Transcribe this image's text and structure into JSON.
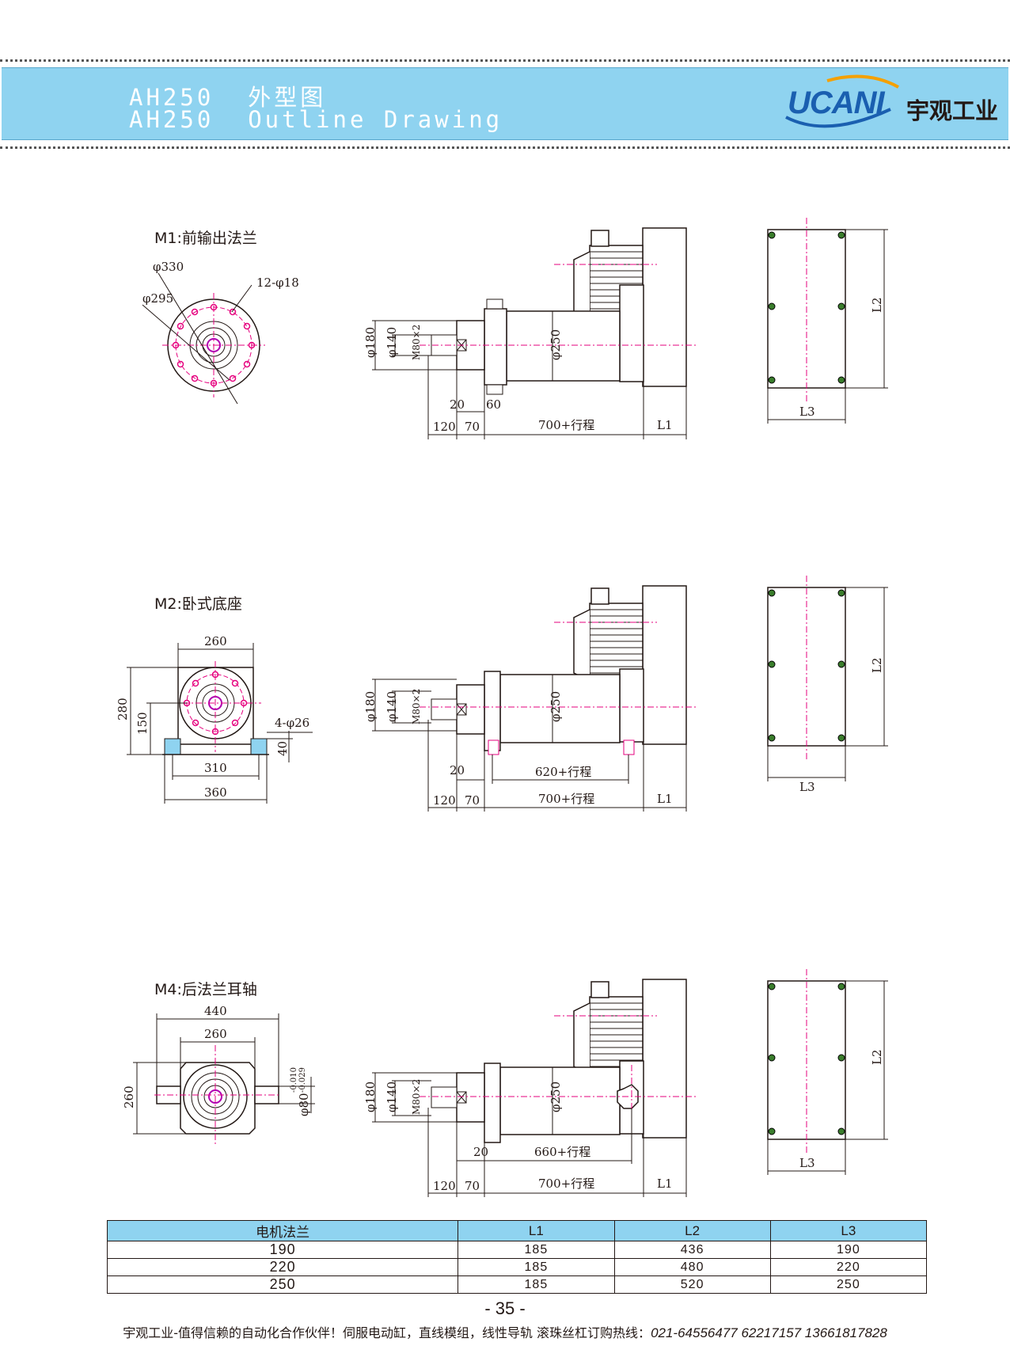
{
  "header": {
    "title_cn": "AH250  外型图",
    "title_en": "AH250  Outline Drawing",
    "logo_brand": "UCANI",
    "logo_cn": "宇观工业"
  },
  "sections": {
    "m1": {
      "label": "M1:前输出法兰",
      "dims": {
        "d330": "φ330",
        "d295": "φ295",
        "holes": "12-φ18",
        "d180": "φ180",
        "d140": "φ140",
        "thread": "M80×2",
        "d250": "φ250",
        "s20": "20",
        "s60": "60",
        "s120": "120",
        "s70": "70",
        "stroke": "700+行程",
        "l1": "L1",
        "l2": "L2",
        "l3": "L3"
      }
    },
    "m2": {
      "label": "M2:卧式底座",
      "dims": {
        "w260": "260",
        "h280": "280",
        "h150": "150",
        "holes": "4-φ26",
        "h40": "40",
        "w310": "310",
        "w360": "360",
        "d180": "φ180",
        "d140": "φ140",
        "thread": "M80×2",
        "d250": "φ250",
        "s20": "20",
        "stroke620": "620+行程",
        "s120": "120",
        "s70": "70",
        "stroke": "700+行程",
        "l1": "L1",
        "l2": "L2",
        "l3": "L3"
      }
    },
    "m4": {
      "label": "M4:后法兰耳轴",
      "dims": {
        "w440": "440",
        "w260": "260",
        "h260": "260",
        "shaft": "φ80",
        "tol_up": "-0.010",
        "tol_dn": "-0.029",
        "d180": "φ180",
        "d140": "φ140",
        "thread": "M80×2",
        "d250": "φ250",
        "s20": "20",
        "stroke660": "660+行程",
        "s120": "120",
        "s70": "70",
        "stroke": "700+行程",
        "l1": "L1",
        "l2": "L2",
        "l3": "L3"
      }
    }
  },
  "table": {
    "headers": [
      "电机法兰",
      "L1",
      "L2",
      "L3"
    ],
    "rows": [
      [
        "190",
        "185",
        "436",
        "190"
      ],
      [
        "220",
        "185",
        "480",
        "220"
      ],
      [
        "250",
        "185",
        "520",
        "250"
      ]
    ]
  },
  "footer": {
    "page_number": "- 35 -",
    "text": "宇观工业-值得信赖的自动化合作伙伴！伺服电动缸，直线模组，线性导轨 滚珠丝杠订购热线：",
    "phones": "021-64556477  62217157 13661817828"
  },
  "colors": {
    "header_bg": "#8fd3f0",
    "centerline": "#e6007e",
    "bolt": "#3a7d2c",
    "brand": "#1a5fb0"
  }
}
